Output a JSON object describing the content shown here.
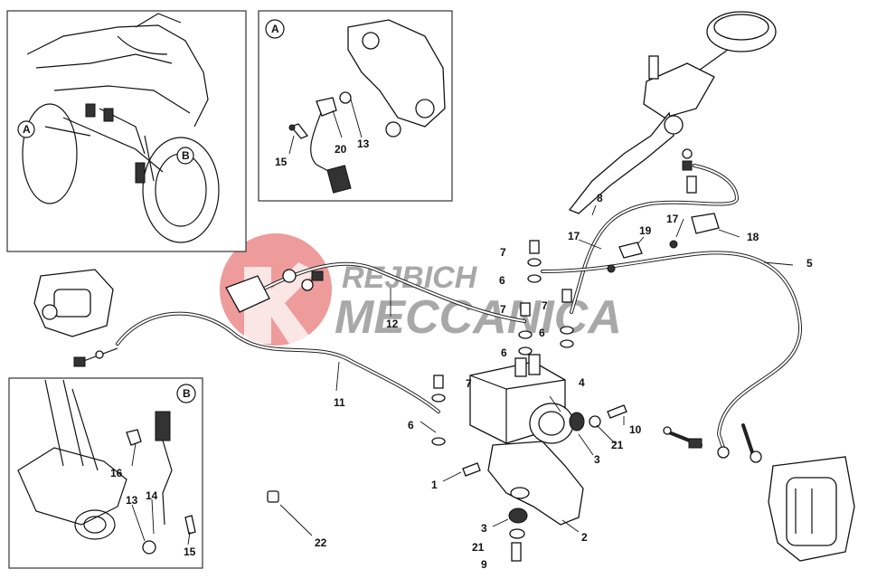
{
  "watermark": {
    "line1": "REJBICH",
    "line2": "MECCANICA",
    "logo_color": "#e04848"
  },
  "insets": {
    "a_label": "A",
    "b_label": "B"
  },
  "callouts": [
    {
      "id": "c1",
      "text": "1"
    },
    {
      "id": "c2",
      "text": "2"
    },
    {
      "id": "c3a",
      "text": "3"
    },
    {
      "id": "c3b",
      "text": "3"
    },
    {
      "id": "c4",
      "text": "4"
    },
    {
      "id": "c5",
      "text": "5"
    },
    {
      "id": "c6a",
      "text": "6"
    },
    {
      "id": "c6b",
      "text": "6"
    },
    {
      "id": "c6c",
      "text": "6"
    },
    {
      "id": "c6d",
      "text": "6"
    },
    {
      "id": "c7a",
      "text": "7"
    },
    {
      "id": "c7b",
      "text": "7"
    },
    {
      "id": "c7c",
      "text": "7"
    },
    {
      "id": "c7d",
      "text": "7"
    },
    {
      "id": "c8",
      "text": "8"
    },
    {
      "id": "c9",
      "text": "9"
    },
    {
      "id": "c10",
      "text": "10"
    },
    {
      "id": "c11",
      "text": "11"
    },
    {
      "id": "c12",
      "text": "12"
    },
    {
      "id": "c13a",
      "text": "13"
    },
    {
      "id": "c13b",
      "text": "13"
    },
    {
      "id": "c14",
      "text": "14"
    },
    {
      "id": "c15a",
      "text": "15"
    },
    {
      "id": "c15b",
      "text": "15"
    },
    {
      "id": "c16",
      "text": "16"
    },
    {
      "id": "c17a",
      "text": "17"
    },
    {
      "id": "c17b",
      "text": "17"
    },
    {
      "id": "c18",
      "text": "18"
    },
    {
      "id": "c19",
      "text": "19"
    },
    {
      "id": "c20",
      "text": "20"
    },
    {
      "id": "c21a",
      "text": "21"
    },
    {
      "id": "c21b",
      "text": "21"
    },
    {
      "id": "c22",
      "text": "22"
    }
  ]
}
